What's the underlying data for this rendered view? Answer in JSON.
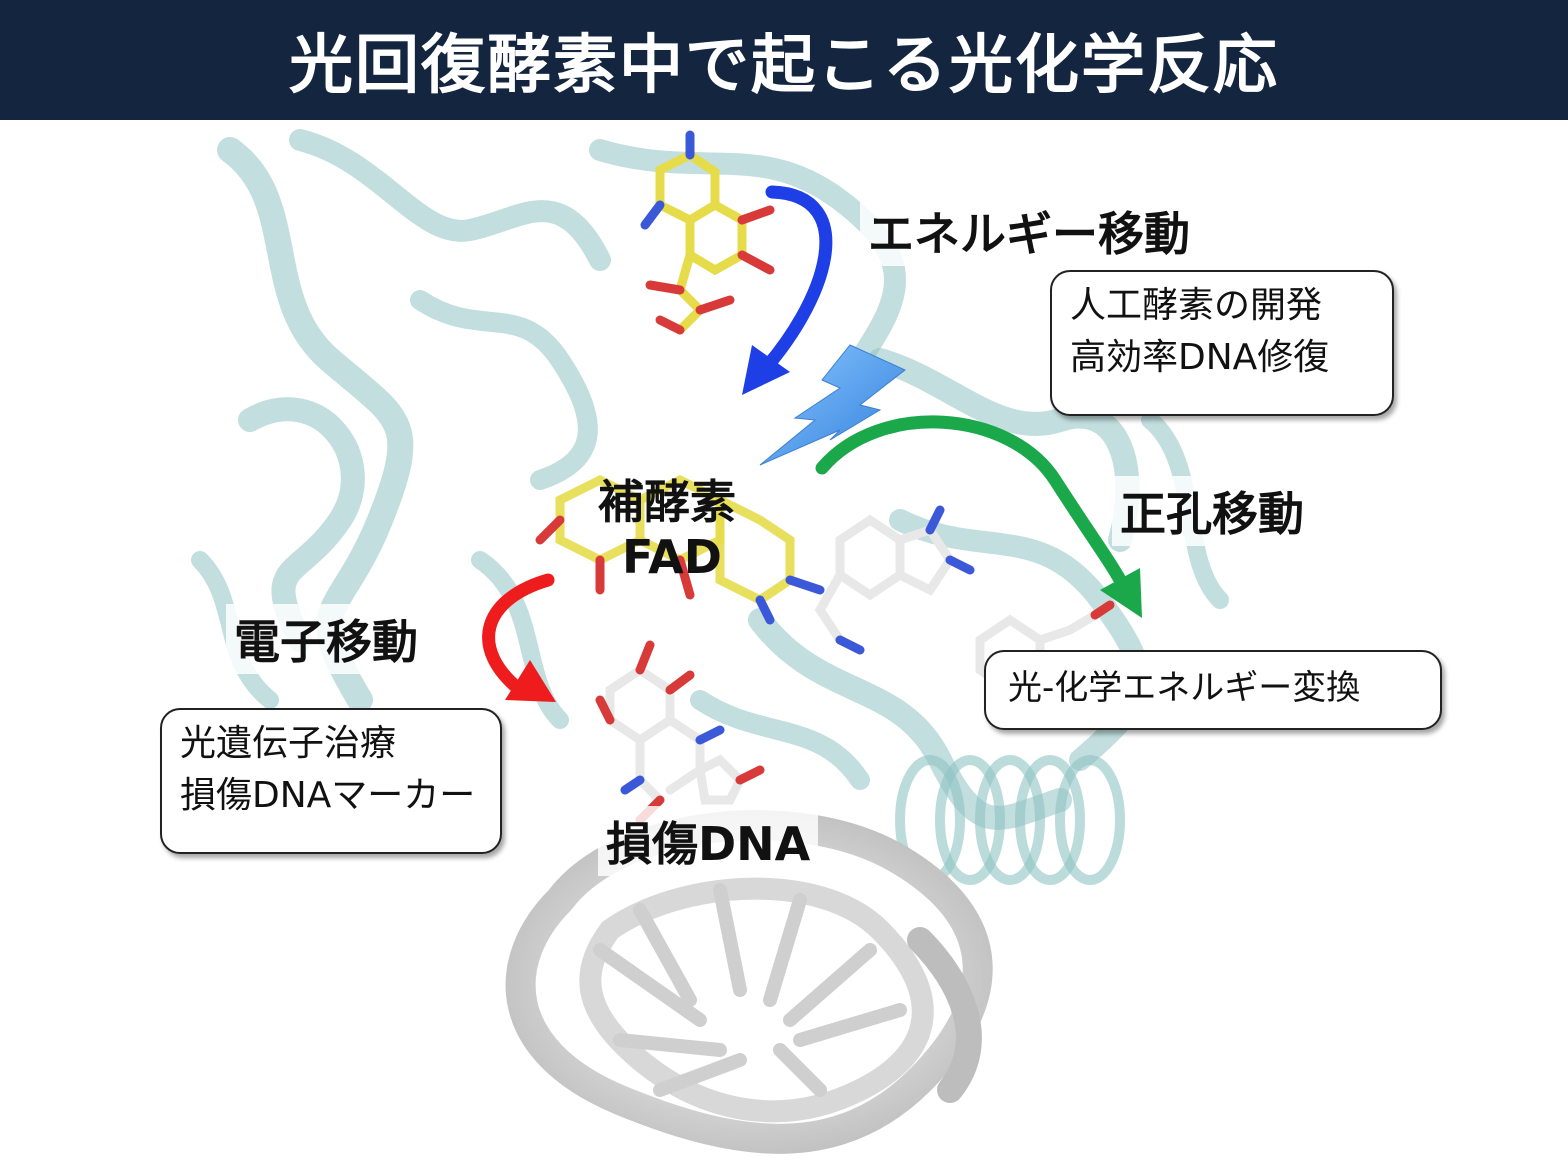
{
  "header": {
    "title": "光回復酵素中で起こる光化学反応"
  },
  "labels": {
    "energy_transfer": "エネルギー移動",
    "hole_transfer": "正孔移動",
    "electron_transfer": "電子移動",
    "cofactor_line1": "補酵素",
    "cofactor_line2": "FAD",
    "damaged_dna": "損傷DNA"
  },
  "callouts": {
    "top_right": {
      "line1": "人工酵素の開発",
      "line2": "高効率DNA修復"
    },
    "middle_right": {
      "line1": "光-化学エネルギー変換"
    },
    "bottom_left": {
      "line1": "光遺伝子治療",
      "line2": "損傷DNAマーカー"
    }
  },
  "colors": {
    "header_bg": "#13253f",
    "protein": "#8fc3c3",
    "energy_arrow": "#1f3fe6",
    "hole_arrow": "#1aa84a",
    "electron_arrow": "#ee1c1c",
    "lightning": "#4a90e2",
    "fad_carbon": "#e6dc4a",
    "dna": "#d8d8d8"
  }
}
